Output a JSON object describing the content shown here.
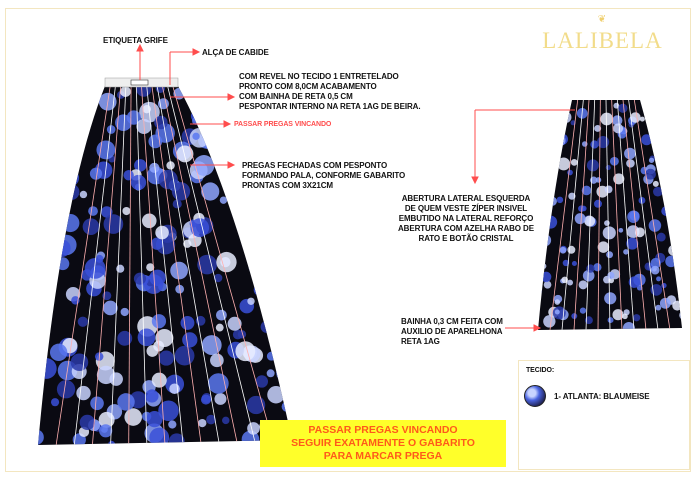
{
  "brand": {
    "logo_text": "LALIBELA"
  },
  "callouts": {
    "etiqueta": "ETIQUETA GRIFE",
    "alca": "ALÇA DE CABIDE",
    "revel": "COM REVEL NO TECIDO 1 ENTRETELADO\nPRONTO COM 8,0CM ACABAMENTO\nCOM BAINHA DE RETA 0,5 CM\nPESPONTAR INTERNO NA RETA 1AG DE BEIRA.",
    "passar_pregas": "PASSAR PREGAS VINCANDO",
    "pregas": "PREGAS FECHADAS COM PESPONTO\nFORMANDO PALA, CONFORME GABARITO\nPRONTAS COM 3X21CM",
    "abertura": "ABERTURA LATERAL ESQUERDA\nDE QUEM VESTE ZÍPER INSIVEL\nEMBUTIDO NA LATERAL REFORÇO\nABERTURA COM AZELHA RABO DE\nRATO E BOTÃO CRISTAL",
    "bainha": "BAINHA 0,3 CM FEITA COM\nAUXILIO DE APARELHONA\nRETA 1AG"
  },
  "tecido": {
    "title": "TECIDO:",
    "item": "1- ATLANTA: BLAUMEISE"
  },
  "notice": {
    "lines": [
      "PASSAR PREGAS VINCANDO",
      "SEGUIR EXATAMENTE O GABARITO",
      "PARA MARCAR PREGA"
    ]
  },
  "colors": {
    "accent": "#ff4d4d",
    "notice_bg": "#ffff2a",
    "notice_text": "#ff5a1a",
    "logo": "#f2dc8a"
  }
}
